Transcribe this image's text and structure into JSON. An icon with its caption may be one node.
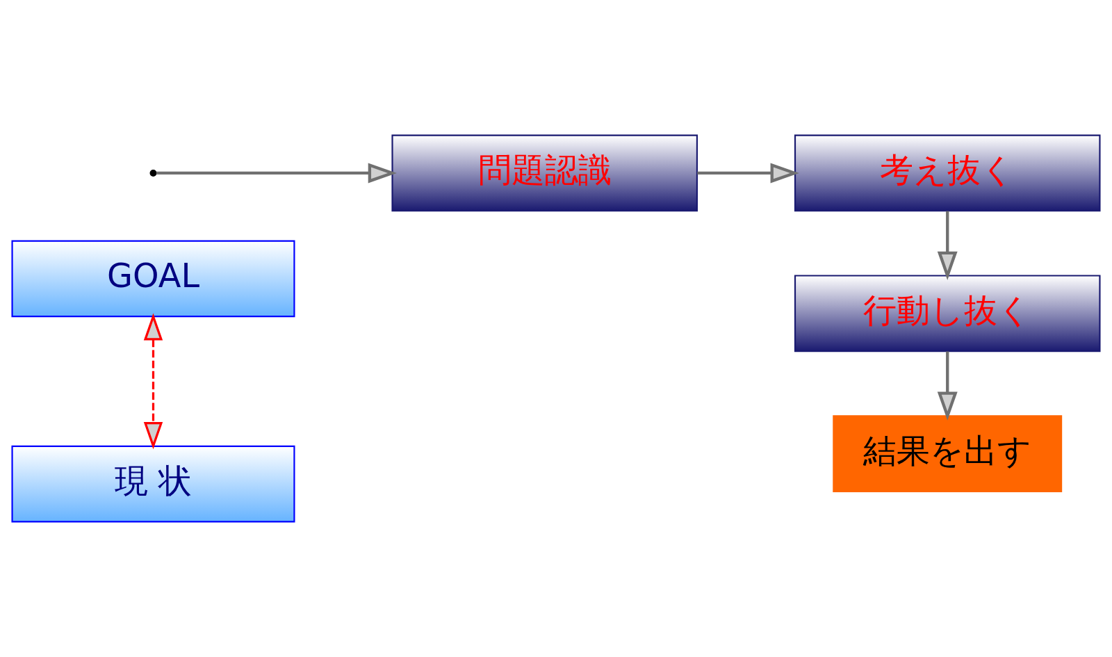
{
  "diagram": {
    "nodes": [
      {
        "text": [
          "GOAL"
        ]
      },
      {
        "text": [
          "現 状"
        ]
      },
      {
        "text": [
          "問題認識"
        ]
      },
      {
        "text": [
          "考え抜く"
        ]
      },
      {
        "text": [
          "行動し抜く"
        ]
      },
      {
        "text": [
          "結果を出す"
        ]
      }
    ],
    "edges": [
      {
        "from": 0,
        "to": 1,
        "arrow": "both",
        "style": "dashed",
        "color": "#ff0000"
      },
      {
        "from": null,
        "to": 2,
        "arrow": "to"
      },
      {
        "from": 2,
        "to": 3,
        "arrow": "to"
      },
      {
        "from": 3,
        "to": 4,
        "arrow": "to"
      },
      {
        "from": 4,
        "to": 5,
        "arrow": "to"
      }
    ]
  }
}
